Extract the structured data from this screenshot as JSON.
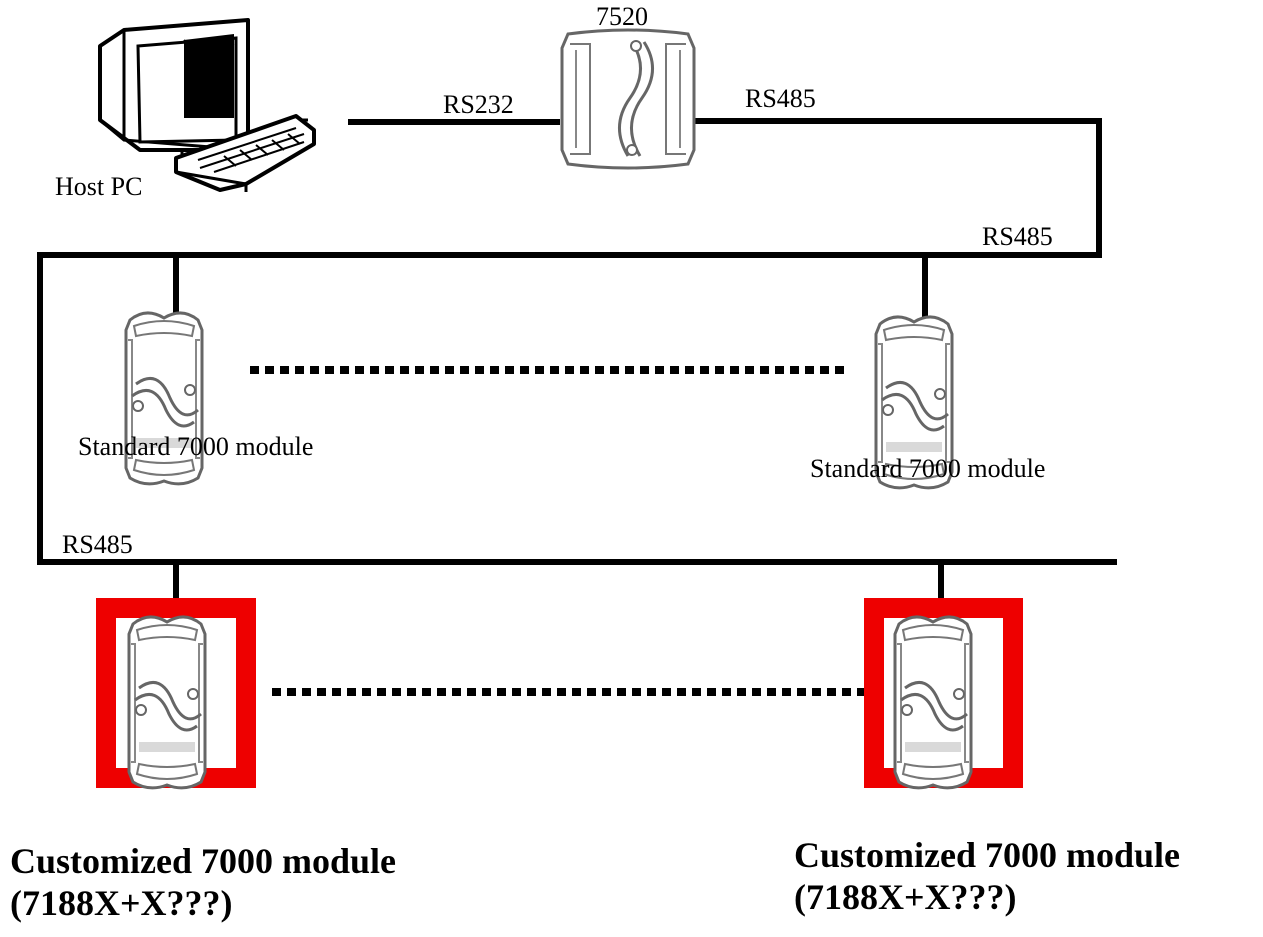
{
  "labels": {
    "host_pc": "Host PC",
    "converter": "7520",
    "rs232": "RS232",
    "rs485_top": "RS485",
    "rs485_right": "RS485",
    "rs485_lower": "RS485",
    "standard_left": "Standard 7000 module",
    "standard_right": "Standard 7000 module",
    "custom_left_line1": "Customized 7000 module",
    "custom_left_line2": "(7188X+X???)",
    "custom_right_line1": "Customized 7000 module",
    "custom_right_line2": "(7188X+X???)"
  },
  "colors": {
    "wire": "#000000",
    "highlight": "#ee0000",
    "device_outline": "#6b6b6b"
  }
}
